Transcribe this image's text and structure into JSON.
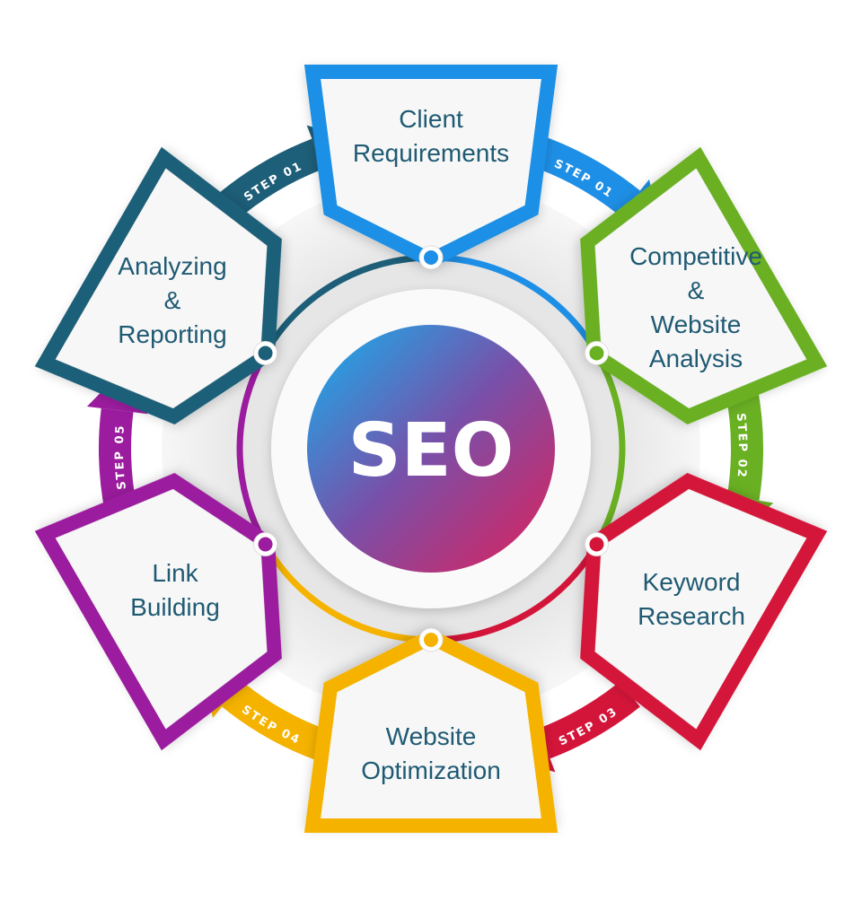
{
  "center": {
    "label": "SEO",
    "gradient": [
      "#12b3f0",
      "#7a4fa8",
      "#e0205a"
    ]
  },
  "steps": [
    {
      "id": "client-requirements",
      "lines": [
        "Client",
        "Requirements"
      ],
      "color": "#1e8fe6"
    },
    {
      "id": "competitive-website-analysis",
      "lines": [
        "Competitive",
        "&",
        "Website",
        "Analysis"
      ],
      "color": "#6ab023"
    },
    {
      "id": "keyword-research",
      "lines": [
        "Keyword",
        "Research"
      ],
      "color": "#d4153a"
    },
    {
      "id": "website-optimization",
      "lines": [
        "Website",
        "Optimization"
      ],
      "color": "#f5b300"
    },
    {
      "id": "link-building",
      "lines": [
        "Link",
        "Building"
      ],
      "color": "#9b1c9e"
    },
    {
      "id": "analyzing-reporting",
      "lines": [
        "Analyzing",
        "&",
        "Reporting"
      ],
      "color": "#1d5e78"
    }
  ],
  "arrows": [
    {
      "label": "STEP 01",
      "color": "#1d5e78"
    },
    {
      "label": "STEP 01",
      "color": "#1e8fe6"
    },
    {
      "label": "STEP 02",
      "color": "#6ab023"
    },
    {
      "label": "STEP 03",
      "color": "#d4153a"
    },
    {
      "label": "STEP 04",
      "color": "#f5b300"
    },
    {
      "label": "STEP 05",
      "color": "#9b1c9e"
    }
  ],
  "text_color": "#1f5a73"
}
